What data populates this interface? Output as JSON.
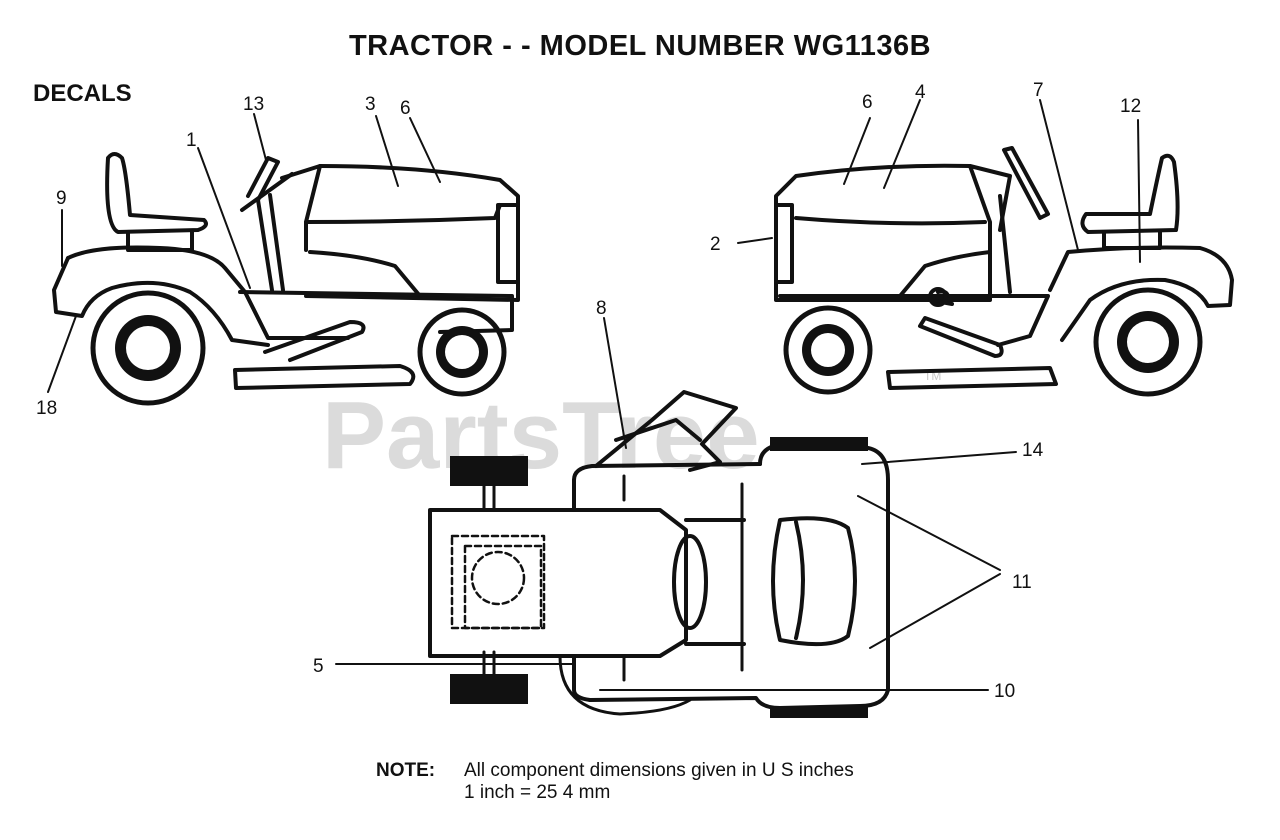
{
  "title": "TRACTOR - - MODEL NUMBER  WG1136B",
  "section_label": "DECALS",
  "watermark": {
    "text": "PartsTree",
    "tm": "TM"
  },
  "callouts": {
    "c1": "1",
    "c2": "2",
    "c3": "3",
    "c4": "4",
    "c5": "5",
    "c6a": "6",
    "c6b": "6",
    "c7": "7",
    "c8": "8",
    "c9": "9",
    "c10": "10",
    "c11": "11",
    "c12": "12",
    "c13": "13",
    "c14": "14",
    "c18": "18"
  },
  "note": {
    "label": "NOTE:",
    "line1": "All component dimensions given in U  S  inches",
    "line2": "1 inch = 25 4 mm"
  }
}
